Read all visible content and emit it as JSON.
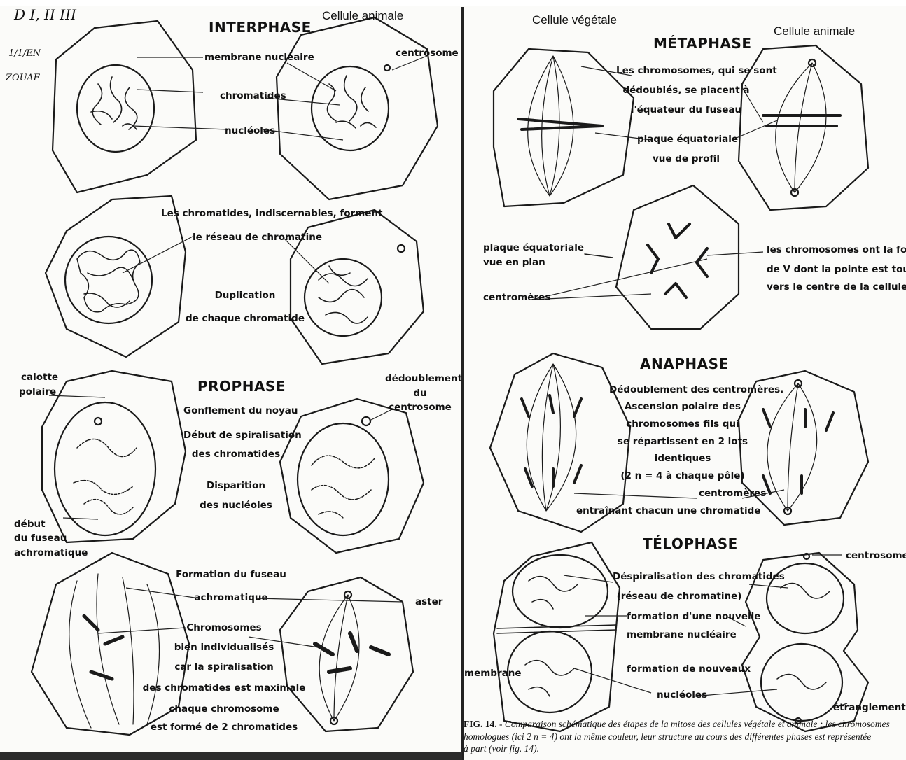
{
  "handwriting": {
    "line1": "D I, II III",
    "line2": "1/1/EN",
    "line3": "ZOUAF"
  },
  "columns": {
    "animal_left": "Cellule animale",
    "vegetale_right": "Cellule végétale",
    "animal_right": "Cellule animale"
  },
  "interphase": {
    "title": "INTERPHASE",
    "labels": {
      "membrane": "membrane nucléaire",
      "centrosome": "centrosome",
      "chromatides": "chromatides",
      "nucleoles": "nucléoles"
    }
  },
  "chromatine": {
    "line1": "Les chromatides, indiscernables, forment",
    "line2": "le réseau de chromatine",
    "dup1": "Duplication",
    "dup2": "de chaque chromatide"
  },
  "prophase": {
    "title": "PROPHASE",
    "calotte1": "calotte",
    "calotte2": "polaire",
    "gon1": "Gonflement du noyau",
    "gon2": "Début de spiralisation",
    "gon3": "des chromatides",
    "disp1": "Disparition",
    "disp2": "des nucléoles",
    "dedoub1": "dédoublement",
    "dedoub2": "du",
    "dedoub3": "centrosome",
    "debut1": "début",
    "debut2": "du fuseau",
    "debut3": "achromatique"
  },
  "prometaphase": {
    "form1": "Formation du fuseau",
    "form2": "achromatique",
    "aster": "aster",
    "chr1": "Chromosomes",
    "chr2": "bien individualisés",
    "chr3": "car la spiralisation",
    "chr4": "des chromatides est maximale",
    "chr5": "chaque chromosome",
    "chr6": "est formé de 2 chromatides"
  },
  "metaphase": {
    "title": "MÉTAPHASE",
    "t1": "Les chromosomes, qui se sont",
    "t2": "dédoublés, se placent à",
    "t3": "l'équateur du fuseau",
    "plaque1": "plaque équatoriale",
    "plaque2": "vue de profil",
    "plan1": "plaque équatoriale",
    "plan2": "vue en plan",
    "centromeres": "centromères",
    "v1": "les chromosomes ont la forme",
    "v2": "de V dont la pointe est tournée",
    "v3": "vers le centre de la cellule"
  },
  "anaphase": {
    "title": "ANAPHASE",
    "t1": "Dédoublement des centromères.",
    "t2": "Ascension polaire des",
    "t3": "chromosomes fils qui",
    "t4": "se répartissent en 2 lots",
    "t5": "identiques",
    "t6": "(2 n = 4 à chaque pôle)",
    "centromeres": "centromères",
    "entr": "entraînant chacun une chromatide"
  },
  "telophase": {
    "title": "TÉLOPHASE",
    "centrosome": "centrosome",
    "desp1": "Déspiralisation des chromatides",
    "desp2": "(réseau de chromatine)",
    "form1": "formation d'une nouvelle",
    "form2": "membrane nucléaire",
    "nouv": "formation de nouveaux",
    "nucleoles": "nucléoles",
    "membrane": "membrane",
    "etr": "étranglement"
  },
  "caption": {
    "fig": "FIG. 14.",
    "l1": " - Comparaison schématique des étapes de la mitose des cellules végétale et animale ; les chromosomes",
    "l2": "homologues (ici 2 n = 4) ont la même couleur, leur structure au cours des différentes phases est représentée",
    "l3": "à part (voir fig. 14)."
  }
}
